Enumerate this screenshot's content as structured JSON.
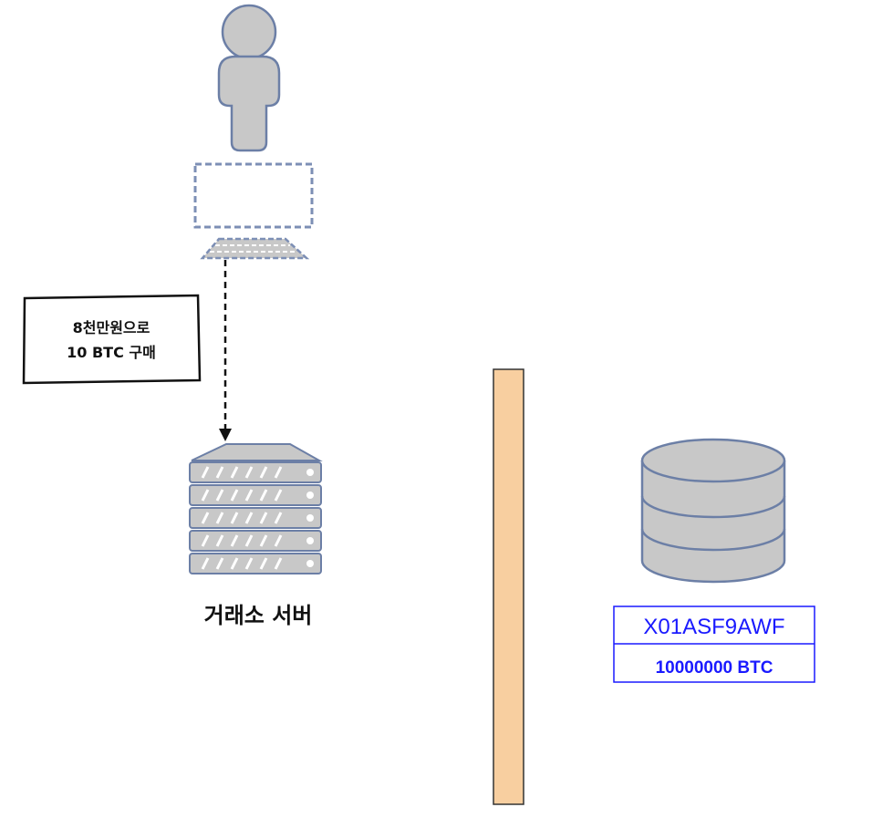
{
  "diagram": {
    "user": {
      "icon": "user-icon"
    },
    "monitor": {
      "icon": "monitor-icon"
    },
    "keyboard": {
      "icon": "keyboard-icon"
    },
    "note": {
      "line1": "8천만원으로",
      "line2": "10 BTC 구매"
    },
    "server": {
      "icon": "server-icon",
      "label": "거래소 서버"
    },
    "barrier": {
      "icon": "barrier-bar",
      "color": "#f8cfa0"
    },
    "database": {
      "icon": "database-icon"
    },
    "wallet": {
      "address": "X01ASF9AWF",
      "balance": "10000000 BTC",
      "color": "#1a1aff"
    },
    "colors": {
      "icon_fill": "#c8c8c8",
      "icon_stroke": "#6c7fa6"
    }
  }
}
